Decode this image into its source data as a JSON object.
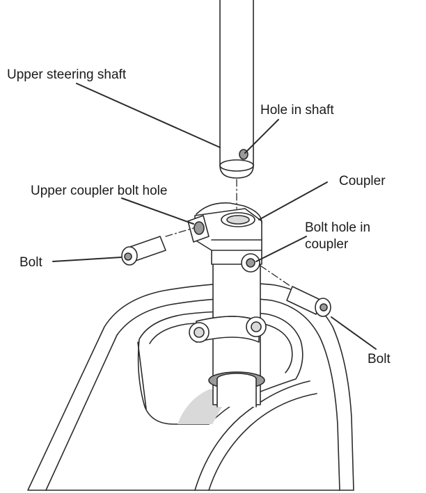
{
  "labels": {
    "upper_steering_shaft": "Upper steering shaft",
    "hole_in_shaft": "Hole in shaft",
    "coupler": "Coupler",
    "upper_coupler_bolt_hole": "Upper coupler bolt hole",
    "bolt_hole_in_coupler_line1": "Bolt hole in",
    "bolt_hole_in_coupler_line2": "coupler",
    "bolt_left": "Bolt",
    "bolt_right": "Bolt"
  },
  "colors": {
    "line": "#2a2a2a",
    "part_fill": "#ffffff",
    "shade": "#d9d9d9",
    "dark_shade": "#9a9a9a"
  }
}
